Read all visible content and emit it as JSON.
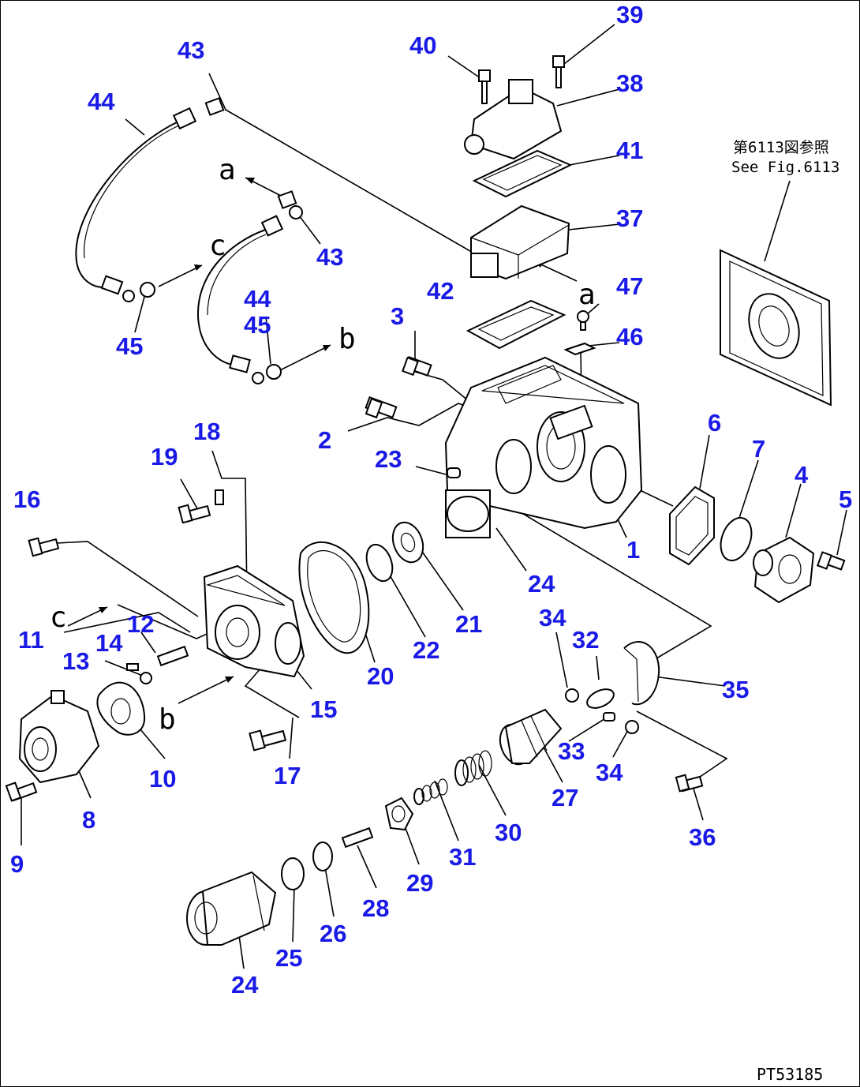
{
  "part_labels": [
    {
      "id": "p1",
      "text": "1"
    },
    {
      "id": "p2",
      "text": "2"
    },
    {
      "id": "p3",
      "text": "3"
    },
    {
      "id": "p4",
      "text": "4"
    },
    {
      "id": "p5",
      "text": "5"
    },
    {
      "id": "p6",
      "text": "6"
    },
    {
      "id": "p7",
      "text": "7"
    },
    {
      "id": "p8",
      "text": "8"
    },
    {
      "id": "p9",
      "text": "9"
    },
    {
      "id": "p10",
      "text": "10"
    },
    {
      "id": "p11",
      "text": "11"
    },
    {
      "id": "p12",
      "text": "12"
    },
    {
      "id": "p13",
      "text": "13"
    },
    {
      "id": "p14",
      "text": "14"
    },
    {
      "id": "p15",
      "text": "15"
    },
    {
      "id": "p16",
      "text": "16"
    },
    {
      "id": "p17",
      "text": "17"
    },
    {
      "id": "p18",
      "text": "18"
    },
    {
      "id": "p19",
      "text": "19"
    },
    {
      "id": "p20",
      "text": "20"
    },
    {
      "id": "p21",
      "text": "21"
    },
    {
      "id": "p22",
      "text": "22"
    },
    {
      "id": "p23",
      "text": "23"
    },
    {
      "id": "p24a",
      "text": "24"
    },
    {
      "id": "p24b",
      "text": "24"
    },
    {
      "id": "p25",
      "text": "25"
    },
    {
      "id": "p26",
      "text": "26"
    },
    {
      "id": "p27",
      "text": "27"
    },
    {
      "id": "p28",
      "text": "28"
    },
    {
      "id": "p29",
      "text": "29"
    },
    {
      "id": "p30",
      "text": "30"
    },
    {
      "id": "p31",
      "text": "31"
    },
    {
      "id": "p32",
      "text": "32"
    },
    {
      "id": "p33",
      "text": "33"
    },
    {
      "id": "p34a",
      "text": "34"
    },
    {
      "id": "p34b",
      "text": "34"
    },
    {
      "id": "p35",
      "text": "35"
    },
    {
      "id": "p36",
      "text": "36"
    },
    {
      "id": "p37",
      "text": "37"
    },
    {
      "id": "p38",
      "text": "38"
    },
    {
      "id": "p39",
      "text": "39"
    },
    {
      "id": "p40",
      "text": "40"
    },
    {
      "id": "p41",
      "text": "41"
    },
    {
      "id": "p42",
      "text": "42"
    },
    {
      "id": "p43a",
      "text": "43"
    },
    {
      "id": "p43b",
      "text": "43"
    },
    {
      "id": "p44a",
      "text": "44"
    },
    {
      "id": "p44b",
      "text": "44"
    },
    {
      "id": "p45a",
      "text": "45"
    },
    {
      "id": "p45b",
      "text": "45"
    },
    {
      "id": "p46",
      "text": "46"
    },
    {
      "id": "p47",
      "text": "47"
    }
  ],
  "reference_note": {
    "line1": "第6113図参照",
    "line2": "See Fig.6113"
  },
  "reference_letters": {
    "a_top": "a",
    "a_right": "a",
    "b_hose": "b",
    "b_lower": "b",
    "c_hose": "c",
    "c_left": "c"
  },
  "drawing_code": "PT53185",
  "colors": {
    "label": "#1a1ae6",
    "lines": "#000000",
    "background": "#ffffff"
  }
}
